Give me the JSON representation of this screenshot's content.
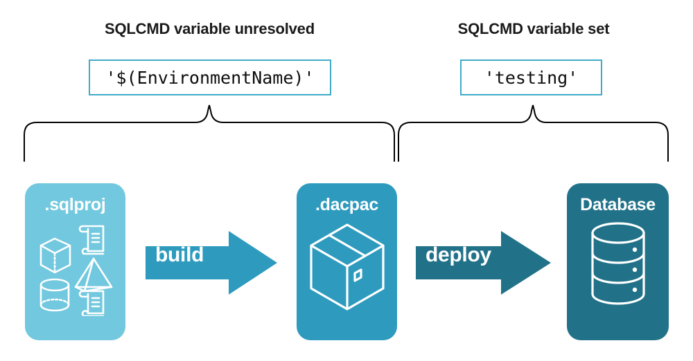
{
  "diagram": {
    "title_left": "SQLCMD variable unresolved",
    "title_right": "SQLCMD variable set",
    "code_left": "'$(EnvironmentName)'",
    "code_right": "'testing'",
    "stages": [
      {
        "id": "sqlproj",
        "label": ".sqlproj",
        "color": "#72c8de",
        "icons": [
          "cube-icon",
          "scroll-icon",
          "pyramid-icon",
          "cylinder-icon",
          "scroll-icon"
        ]
      },
      {
        "id": "dacpac",
        "label": ".dacpac",
        "color": "#2e9bbe",
        "icons": [
          "package-box-icon"
        ]
      },
      {
        "id": "database",
        "label": "Database",
        "color": "#217289",
        "icons": [
          "database-cylinder-icon"
        ]
      }
    ],
    "arrows": [
      {
        "id": "build",
        "label": "build",
        "color": "#2e9bbe"
      },
      {
        "id": "deploy",
        "label": "deploy",
        "color": "#217289"
      }
    ],
    "brace_color": "#000000",
    "codebox_border_color": "#3faac8",
    "background_color": "#ffffff"
  }
}
